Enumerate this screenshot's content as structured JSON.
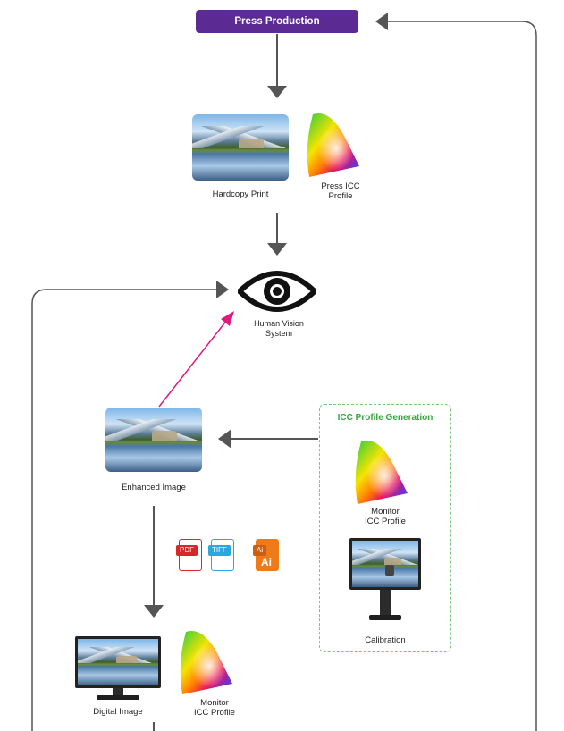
{
  "nodes": {
    "press_production": "Press Production",
    "hardcopy_print": "Hardcopy Print",
    "press_icc_profile": "Press ICC\nProfile",
    "human_vision_system": "Human Vision\nSystem",
    "enhanced_image": "Enhanced Image",
    "icc_profile_generation": "ICC Profile Generation",
    "monitor_icc_profile_right": "Monitor\nICC Profile",
    "calibration": "Calibration",
    "digital_image": "Digital Image",
    "monitor_icc_profile_bottom": "Monitor\nICC Profile"
  },
  "file_formats": [
    {
      "label": "PDF",
      "color": "#d62828"
    },
    {
      "label": "TIFF",
      "color": "#29a8e0"
    },
    {
      "label": "Ai",
      "color": "#f07a1a"
    }
  ],
  "colors": {
    "press_button": "#5b2a92",
    "arrow": "#555555",
    "vision_arrow": "#e0197d",
    "icc_border": "#7bc67b",
    "icc_title": "#2fa83a"
  }
}
